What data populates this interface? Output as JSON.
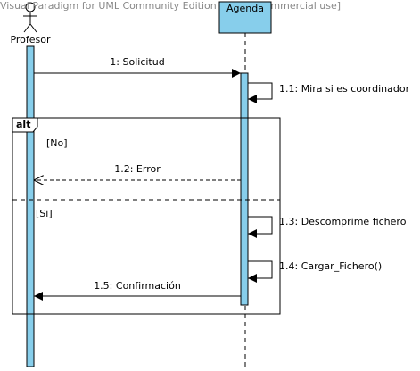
{
  "watermark": "Visual Paradigm for UML Community Edition [not for commercial use]",
  "colors": {
    "lifeline_box": "#87CEEB",
    "activation": "#87CEEB",
    "line": "#000000",
    "frame_border": "#000000"
  },
  "actor": {
    "name": "Profesor",
    "icon": "stick-figure-icon"
  },
  "object": {
    "name": "Agenda"
  },
  "fragment": {
    "operator": "alt",
    "guards": [
      "[No]",
      "[Si]"
    ]
  },
  "messages": [
    {
      "id": "m1",
      "label": "1: Solicitud",
      "kind": "call"
    },
    {
      "id": "m11",
      "label": "1.1: Mira si es coordinador",
      "kind": "self"
    },
    {
      "id": "m12",
      "label": "1.2: Error",
      "kind": "return"
    },
    {
      "id": "m13",
      "label": "1.3: Descomprime fichero",
      "kind": "self"
    },
    {
      "id": "m14",
      "label": "1.4: Cargar_Fichero()",
      "kind": "self"
    },
    {
      "id": "m15",
      "label": "1.5: Confirmación",
      "kind": "call"
    }
  ]
}
